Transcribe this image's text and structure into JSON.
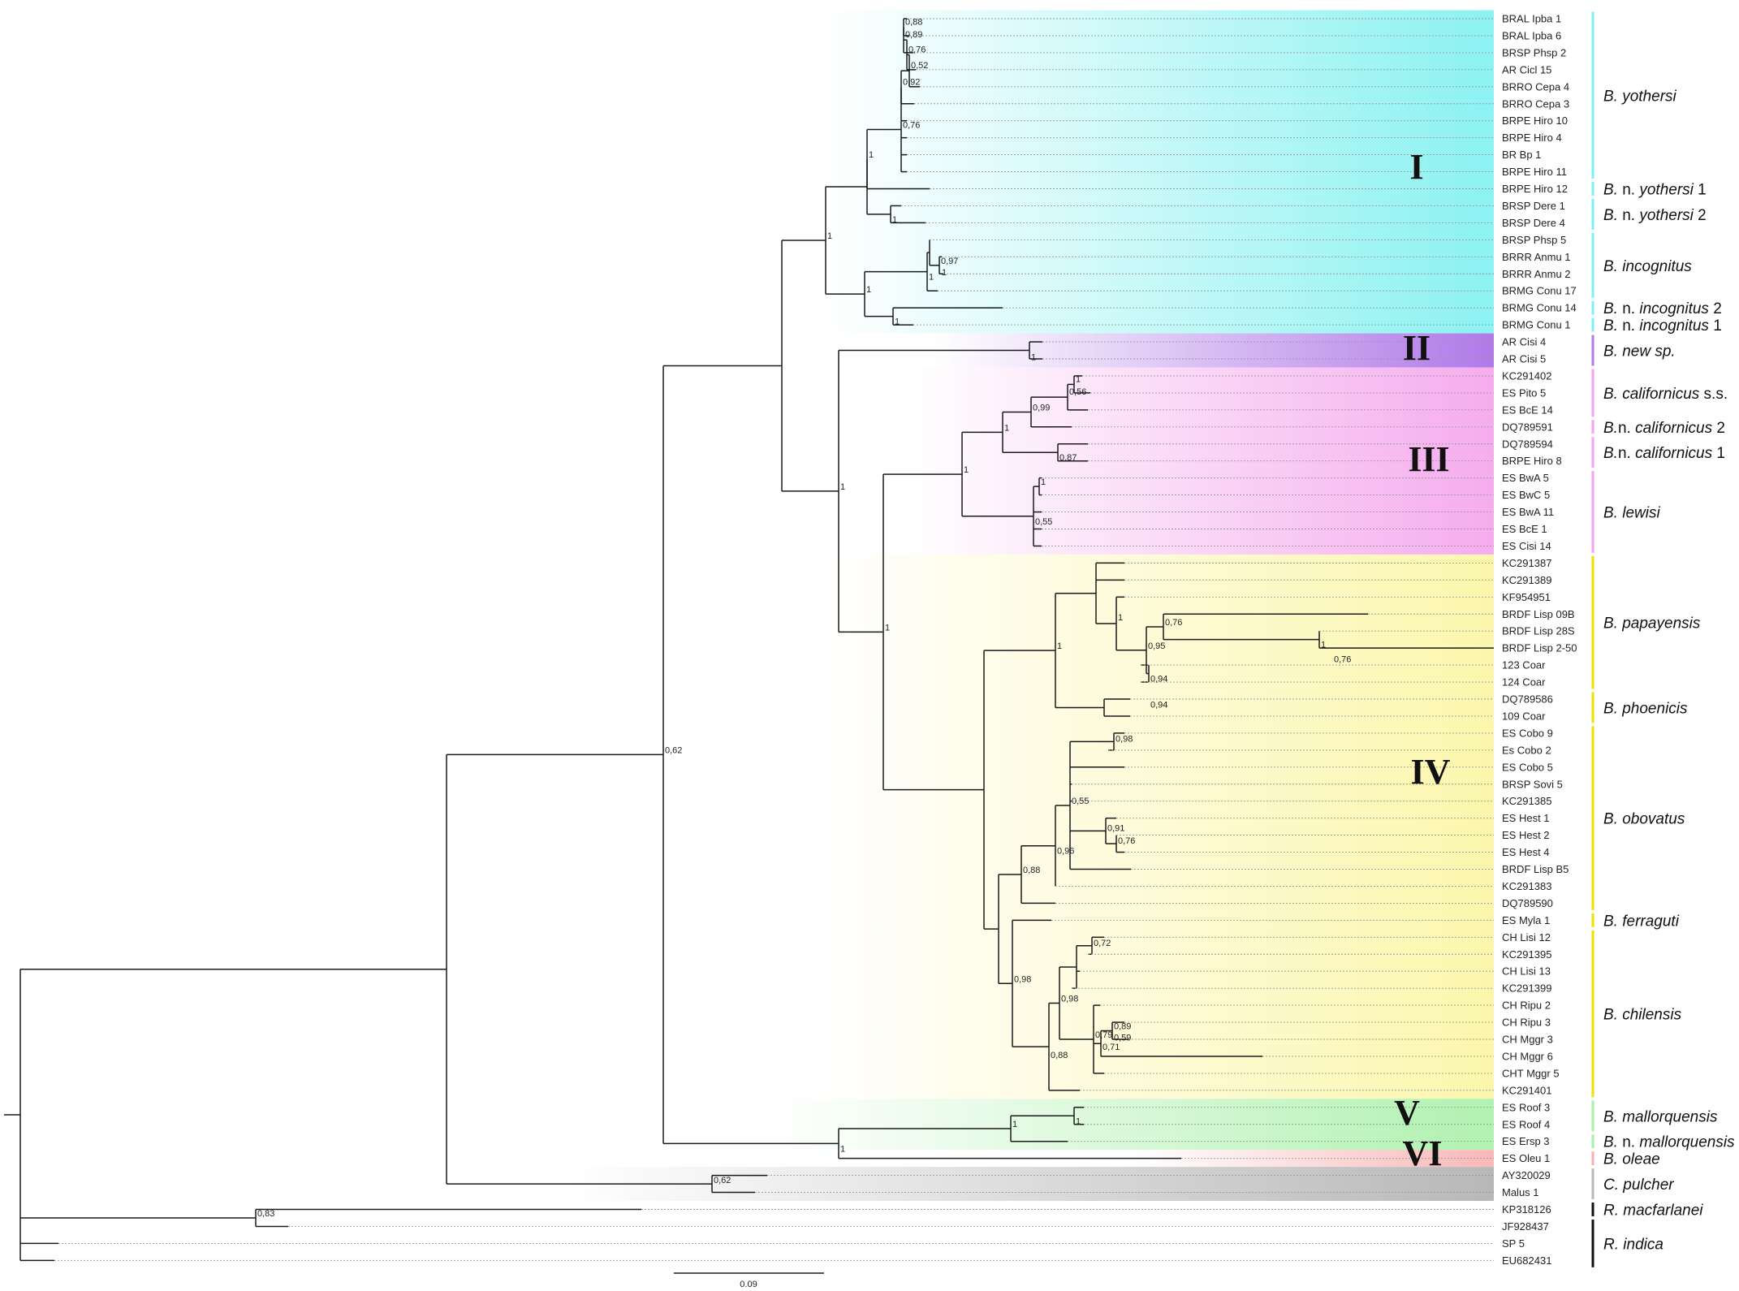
{
  "tree": {
    "scale_label": "0.09",
    "tips": [
      "BRAL Ipba 1",
      "BRAL Ipba 6",
      "BRSP Phsp 2",
      "AR Cicl 15",
      "BRRO Cepa 4",
      "BRRO Cepa 3",
      "BRPE Hiro 10",
      "BRPE Hiro 4",
      "BR Bp 1",
      "BRPE Hiro 11",
      "BRPE Hiro 12",
      "BRSP Dere 1",
      "BRSP Dere 4",
      "BRSP Phsp 5",
      "BRRR Anmu 1",
      "BRRR Anmu 2",
      "BRMG Conu 17",
      "BRMG Conu 14",
      "BRMG Conu 1",
      "AR Cisi 4",
      "AR Cisi 5",
      "KC291402",
      "ES Pito 5",
      "ES BcE 14",
      "DQ789591",
      "DQ789594",
      "BRPE Hiro 8",
      "ES BwA 5",
      "ES BwC 5",
      "ES BwA 11",
      "ES BcE 1",
      "ES Cisi 14",
      "KC291387",
      "KC291389",
      "KF954951",
      "BRDF Lisp 09B",
      "BRDF Lisp 28S",
      "BRDF Lisp 2-50",
      "123 Coar",
      "124 Coar",
      "DQ789586",
      "109 Coar",
      "ES Cobo 9",
      "Es Cobo 2",
      "ES Cobo 5",
      "BRSP Sovi 5",
      "KC291385",
      "ES Hest 1",
      "ES Hest 2",
      "ES Hest 4",
      "BRDF Lisp B5",
      "KC291383",
      "DQ789590",
      "ES Myla 1",
      "CH Lisi 12",
      "KC291395",
      "CH Lisi 13",
      "KC291399",
      "CH Ripu 2",
      "CH Ripu 3",
      "CH Mggr 3",
      "CH Mggr 6",
      "CHT Mggr 5",
      "KC291401",
      "ES Roof 3",
      "ES Roof 4",
      "ES Ersp 3",
      "ES Oleu 1",
      "AY320029",
      "Malus 1",
      "KP318126",
      "JF928437",
      "SP 5",
      "EU682431"
    ],
    "supports": [
      "0,88",
      "0,89",
      "0,76",
      "0,52",
      "0,92",
      "0,76",
      "1",
      "1",
      "0,97",
      "1",
      "1",
      "1",
      "1",
      "1",
      "1",
      "1",
      "0,56",
      "0,99",
      "0,87",
      "1",
      "1",
      "0,55",
      "1",
      "1",
      "1",
      "1",
      "0,95",
      "0,76",
      "1",
      "0,76",
      "0,94",
      "0,94",
      "1",
      "0,98",
      "0,55",
      "0,91",
      "0,76",
      "0,88",
      "0,96",
      "0,98",
      "0,72",
      "0,98",
      "0,79",
      "0,89",
      "0,59",
      "0,88",
      "0,71",
      "1",
      "1",
      "1",
      "0,62",
      "0,62",
      "0,83"
    ],
    "clades": [
      "I",
      "II",
      "III",
      "IV",
      "V",
      "VI"
    ],
    "species": [
      {
        "italic": "B. yothersi",
        "plain": ""
      },
      {
        "italic": "B.",
        "plain": " n. ",
        "italic2": "yothersi",
        "plain2": " 1"
      },
      {
        "italic": "B.",
        "plain": " n. ",
        "italic2": "yothersi",
        "plain2": " 2"
      },
      {
        "italic": "B. incognitus",
        "plain": ""
      },
      {
        "italic": "B.",
        "plain": " n. ",
        "italic2": "incognitus",
        "plain2": " 2"
      },
      {
        "italic": "B.",
        "plain": " n. ",
        "italic2": "incognitus",
        "plain2": " 1"
      },
      {
        "italic": "B. new sp.",
        "plain": ""
      },
      {
        "italic": "B. californicus",
        "plain": " s.s."
      },
      {
        "italic": "B.",
        "plain": "n. ",
        "italic2": "californicus",
        "plain2": " 2"
      },
      {
        "italic": "B.",
        "plain": "n. ",
        "italic2": "californicus",
        "plain2": " 1"
      },
      {
        "italic": "B. lewisi",
        "plain": ""
      },
      {
        "italic": "B. papayensis",
        "plain": ""
      },
      {
        "italic": "B. phoenicis",
        "plain": ""
      },
      {
        "italic": "B. obovatus",
        "plain": ""
      },
      {
        "italic": "B. ferraguti",
        "plain": ""
      },
      {
        "italic": "B. chilensis",
        "plain": ""
      },
      {
        "italic": "B. mallorquensis",
        "plain": ""
      },
      {
        "italic": "B.",
        "plain": " n. ",
        "italic2": "mallorquensis",
        "plain2": ""
      },
      {
        "italic": "B. oleae",
        "plain": ""
      },
      {
        "italic": "C. pulcher",
        "plain": ""
      },
      {
        "italic": "R. macfarlanei",
        "plain": ""
      },
      {
        "italic": "R. indica",
        "plain": ""
      }
    ],
    "colors": {
      "clade_I": "#7ff0f0",
      "clade_II": "#b07ae8",
      "clade_III": "#f4a3ec",
      "clade_IV": "#fbf6a8",
      "clade_V": "#a8f0a8",
      "clade_VI": "#f7b0b0",
      "outgroup": "#b8b8b8"
    }
  }
}
